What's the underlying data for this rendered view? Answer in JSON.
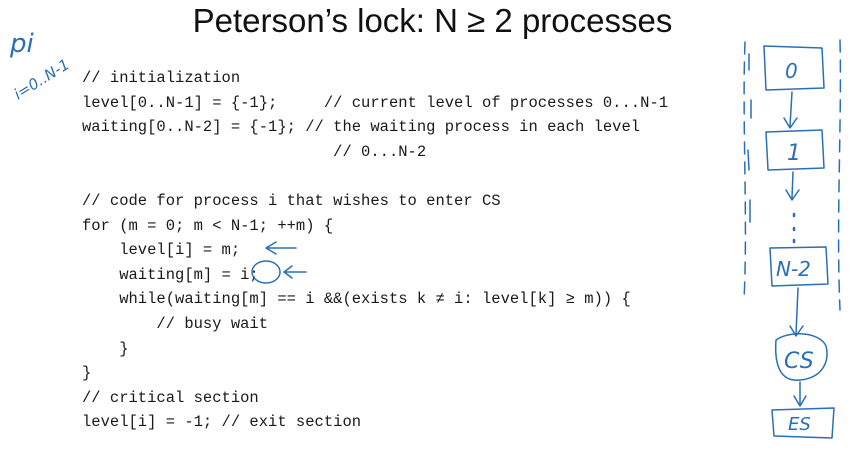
{
  "slide": {
    "title": "Peterson’s lock: N ≥ 2 processes",
    "code_lines": [
      "// initialization",
      "level[0..N-1] = {-1};     // current level of processes 0...N-1",
      "waiting[0..N-2] = {-1}; // the waiting process in each level",
      "                           // 0...N-2",
      "",
      "// code for process i that wishes to enter CS",
      "for (m = 0; m < N-1; ++m) {",
      "    level[i] = m;",
      "    waiting[m] = i;",
      "    while(waiting[m] == i &&(exists k ≠ i: level[k] ≥ m)) {",
      "        // busy wait",
      "    }",
      "}",
      "// critical section",
      "level[i] = -1; // exit section"
    ]
  },
  "annotations": {
    "pi_label": "pi",
    "range_label": "i=0..N-1",
    "diagram": {
      "box_0": "0",
      "box_1": "1",
      "box_n2": "N-2",
      "box_cs": "CS",
      "box_es": "ES"
    },
    "ink_color": "#2a6fb5"
  }
}
